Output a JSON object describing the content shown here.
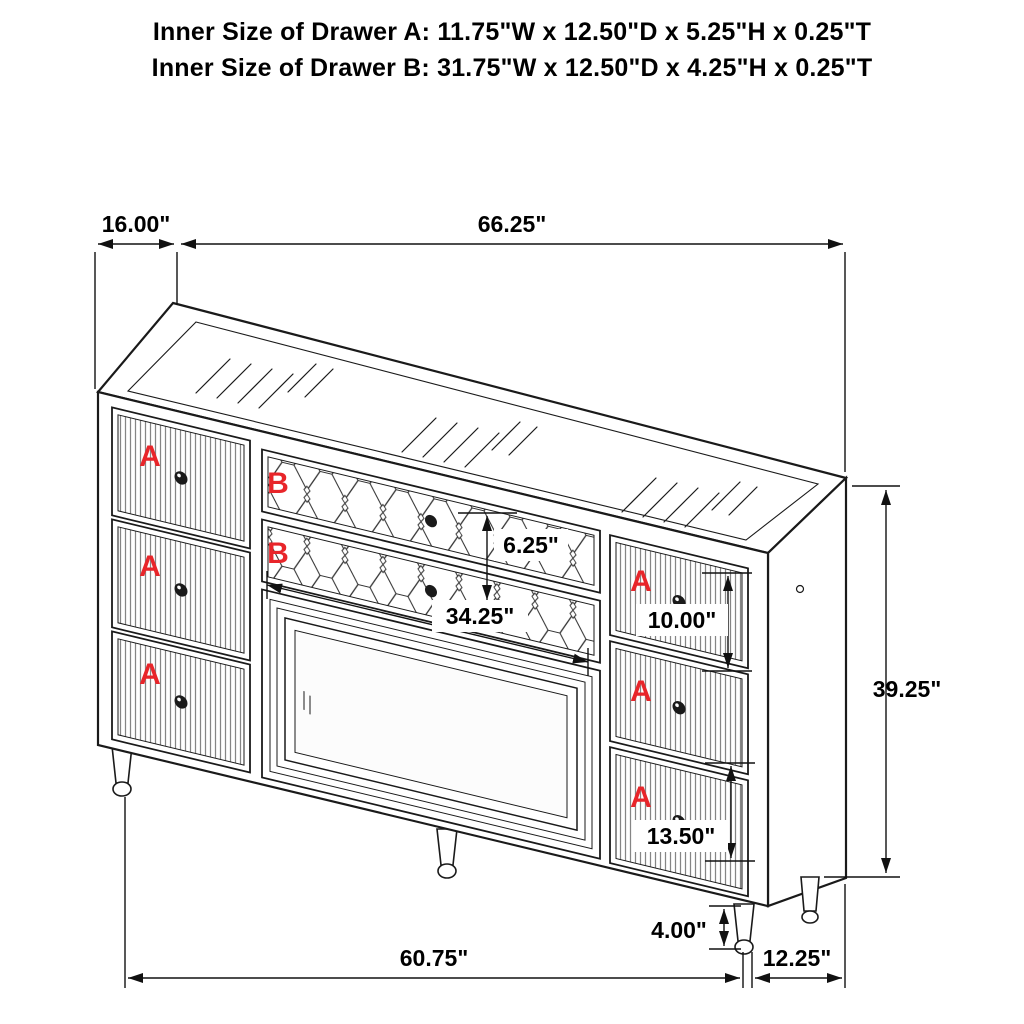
{
  "header": {
    "line1": "Inner Size of Drawer A: 11.75\"W x 12.50\"D x 5.25\"H x 0.25\"T",
    "line2": "Inner Size of Drawer B: 31.75\"W x 12.50\"D x 4.25\"H x 0.25\"T"
  },
  "drawer_labels": {
    "a": "A",
    "b": "B"
  },
  "dimensions": {
    "top_depth": "16.00\"",
    "top_width": "66.25\"",
    "drawer_b_height": "6.25\"",
    "drawer_b_width": "34.25\"",
    "right_top_drawer_height": "10.00\"",
    "overall_height": "39.25\"",
    "right_bottom_drawer_height": "13.50\"",
    "leg_height": "4.00\"",
    "front_width": "60.75\"",
    "side_depth": "12.25\""
  },
  "colors": {
    "line": "#1a1a1a",
    "label_red": "#e8252a"
  }
}
